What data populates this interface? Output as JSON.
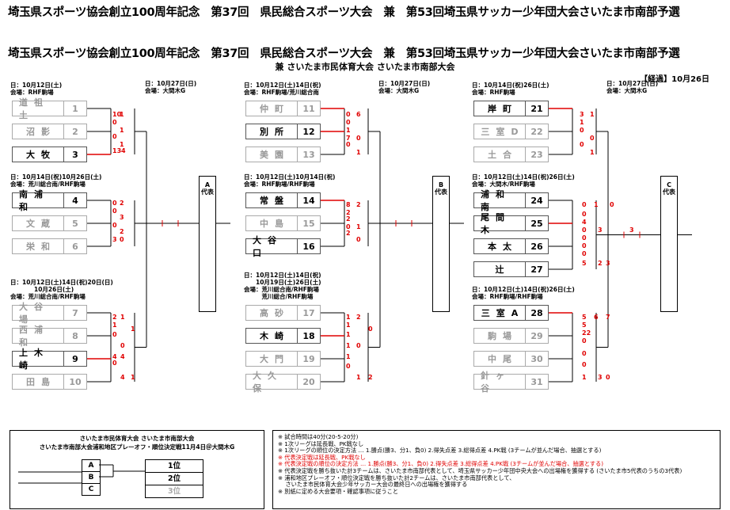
{
  "title_line1": "埼玉県スポーツ協会創立100周年記念　第37回　県民総合スポーツ大会　兼　第53回埼玉県サッカー少年団大会さいたま市南部予選",
  "title_line2": "埼玉県スポーツ協会創立100周年記念　第37回　県民総合スポーツ大会　兼　第53回埼玉県サッカー少年団大会さいたま市南部予選",
  "subtitle": "兼 さいたま市民体育大会 さいたま市南部大会",
  "report_date": "【経過】10月26日",
  "blocks": [
    {
      "box_label": "A\n代表",
      "final_info": [
        "日：10月27日(日)",
        "会場：大間木G"
      ],
      "groups": [
        {
          "info": [
            "日：10月12日(土)",
            "会場：RHF駒場"
          ],
          "teams": [
            {
              "name": "道祖土",
              "no": "1",
              "gray": true
            },
            {
              "name": "沼影",
              "no": "2",
              "gray": true
            },
            {
              "name": "大牧",
              "no": "3",
              "gray": false
            }
          ]
        },
        {
          "info": [
            "日：10月14日(祝)10月26日(土)",
            "会場：荒川総合南/RHF駒場"
          ],
          "teams": [
            {
              "name": "南浦和",
              "no": "4",
              "gray": false
            },
            {
              "name": "文蔵",
              "no": "5",
              "gray": true
            },
            {
              "name": "栄和",
              "no": "6",
              "gray": true
            }
          ]
        },
        {
          "info": [
            "日：10月12日(土)14日(祝)20日(日)",
            "　　　　10月26日(土)",
            "会場：荒川総合南/RHF駒場"
          ],
          "teams": [
            {
              "name": "大谷場",
              "no": "7",
              "gray": true
            },
            {
              "name": "西浦和",
              "no": "8",
              "gray": true
            },
            {
              "name": "上木崎",
              "no": "9",
              "gray": false
            },
            {
              "name": "田島",
              "no": "10",
              "gray": true
            }
          ]
        }
      ]
    },
    {
      "box_label": "B\n代表",
      "final_info": [
        "日：10月27日(日)",
        "会場：大間木G"
      ],
      "groups": [
        {
          "info": [
            "日：10月12日(土)14日(祝)",
            "会場：RHF駒場/荒川総合南"
          ],
          "teams": [
            {
              "name": "仲町",
              "no": "11",
              "gray": true
            },
            {
              "name": "別所",
              "no": "12",
              "gray": false
            },
            {
              "name": "美園",
              "no": "13",
              "gray": true
            }
          ]
        },
        {
          "info": [
            "日：10月12日(土)10月14日(祝)",
            "会場：RHF駒場/RHF駒場"
          ],
          "teams": [
            {
              "name": "常盤",
              "no": "14",
              "gray": false
            },
            {
              "name": "中島",
              "no": "15",
              "gray": true
            },
            {
              "name": "大谷口",
              "no": "16",
              "gray": false
            }
          ]
        },
        {
          "info": [
            "日：10月12日(土)14日(祝)",
            "　　10月19日(土)26日(土)",
            "会場：荒川総合南/RHF駒場",
            "　　　荒川総合/RHF駒場"
          ],
          "teams": [
            {
              "name": "高砂",
              "no": "17",
              "gray": true
            },
            {
              "name": "木崎",
              "no": "18",
              "gray": false
            },
            {
              "name": "大門",
              "no": "19",
              "gray": true
            },
            {
              "name": "大久保",
              "no": "20",
              "gray": true
            }
          ]
        }
      ]
    },
    {
      "box_label": "C\n代表",
      "final_info": [
        "日：10月27日(日)",
        "会場：大間木G"
      ],
      "groups": [
        {
          "info": [
            "日：10月14日(祝)26日(土)",
            "会場：RHF駒場"
          ],
          "teams": [
            {
              "name": "岸町",
              "no": "21",
              "gray": false
            },
            {
              "name": "三室D",
              "no": "22",
              "gray": true
            },
            {
              "name": "土合",
              "no": "23",
              "gray": true
            }
          ]
        },
        {
          "info": [
            "日：10月12日(土)14日(祝)26日(土)",
            "会場：大間木/RHF駒場"
          ],
          "teams": [
            {
              "name": "浦和南",
              "no": "24",
              "gray": false
            },
            {
              "name": "尾間木",
              "no": "25",
              "gray": false
            },
            {
              "name": "本太",
              "no": "26",
              "gray": false
            },
            {
              "name": "辻",
              "no": "27",
              "gray": false
            }
          ]
        },
        {
          "info": [
            "日：10月12日(土)14日(祝)26日(土)",
            "会場：RHF駒場/RHF駒場"
          ],
          "teams": [
            {
              "name": "三室A",
              "no": "28",
              "gray": false
            },
            {
              "name": "駒場",
              "no": "29",
              "gray": true
            },
            {
              "name": "中尾",
              "no": "30",
              "gray": true
            },
            {
              "name": "針ヶ谷",
              "no": "31",
              "gray": true
            }
          ]
        }
      ]
    }
  ],
  "scores": [
    {
      "l": 142,
      "t": 140,
      "v": "10"
    },
    {
      "l": 151,
      "t": 140,
      "v": "1"
    },
    {
      "l": 142,
      "t": 150,
      "v": "0"
    },
    {
      "l": 151,
      "t": 160,
      "v": "1"
    },
    {
      "l": 142,
      "t": 168,
      "v": "0"
    },
    {
      "l": 151,
      "t": 178,
      "v": "1"
    },
    {
      "l": 142,
      "t": 186,
      "v": "13"
    },
    {
      "l": 153,
      "t": 186,
      "v": "4"
    },
    {
      "l": 142,
      "t": 252,
      "v": "0"
    },
    {
      "l": 151,
      "t": 252,
      "v": "2"
    },
    {
      "l": 142,
      "t": 262,
      "v": "0"
    },
    {
      "l": 151,
      "t": 270,
      "v": "3"
    },
    {
      "l": 142,
      "t": 280,
      "v": "0"
    },
    {
      "l": 151,
      "t": 288,
      "v": "2"
    },
    {
      "l": 142,
      "t": 298,
      "v": "3"
    },
    {
      "l": 151,
      "t": 298,
      "v": "0"
    },
    {
      "l": 142,
      "t": 396,
      "v": "2"
    },
    {
      "l": 152,
      "t": 396,
      "v": "1"
    },
    {
      "l": 142,
      "t": 406,
      "v": "1"
    },
    {
      "l": 165,
      "t": 411,
      "v": "1"
    },
    {
      "l": 142,
      "t": 418,
      "v": "0"
    },
    {
      "l": 152,
      "t": 432,
      "v": "0"
    },
    {
      "l": 142,
      "t": 446,
      "v": "4"
    },
    {
      "l": 152,
      "t": 446,
      "v": "4"
    },
    {
      "l": 142,
      "t": 454,
      "v": "0"
    },
    {
      "l": 152,
      "t": 472,
      "v": "4"
    },
    {
      "l": 165,
      "t": 472,
      "v": "1"
    },
    {
      "l": 437,
      "t": 140,
      "v": "0"
    },
    {
      "l": 450,
      "t": 140,
      "v": "6"
    },
    {
      "l": 437,
      "t": 150,
      "v": "0"
    },
    {
      "l": 437,
      "t": 160,
      "v": "1"
    },
    {
      "l": 437,
      "t": 170,
      "v": "7"
    },
    {
      "l": 450,
      "t": 170,
      "v": "0"
    },
    {
      "l": 437,
      "t": 178,
      "v": "0"
    },
    {
      "l": 450,
      "t": 188,
      "v": "1"
    },
    {
      "l": 437,
      "t": 254,
      "v": "8"
    },
    {
      "l": 450,
      "t": 254,
      "v": "2"
    },
    {
      "l": 437,
      "t": 264,
      "v": "2"
    },
    {
      "l": 437,
      "t": 272,
      "v": "2"
    },
    {
      "l": 450,
      "t": 282,
      "v": "1"
    },
    {
      "l": 437,
      "t": 282,
      "v": "0"
    },
    {
      "l": 437,
      "t": 290,
      "v": "2"
    },
    {
      "l": 450,
      "t": 298,
      "v": "0"
    },
    {
      "l": 437,
      "t": 396,
      "v": "1"
    },
    {
      "l": 450,
      "t": 396,
      "v": "2"
    },
    {
      "l": 437,
      "t": 406,
      "v": "1"
    },
    {
      "l": 465,
      "t": 411,
      "v": "0"
    },
    {
      "l": 437,
      "t": 418,
      "v": "1"
    },
    {
      "l": 437,
      "t": 432,
      "v": "1"
    },
    {
      "l": 450,
      "t": 432,
      "v": "0"
    },
    {
      "l": 437,
      "t": 446,
      "v": "1"
    },
    {
      "l": 437,
      "t": 458,
      "v": "0"
    },
    {
      "l": 450,
      "t": 472,
      "v": "1"
    },
    {
      "l": 465,
      "t": 472,
      "v": "2"
    },
    {
      "l": 732,
      "t": 140,
      "v": "3"
    },
    {
      "l": 745,
      "t": 140,
      "v": "1"
    },
    {
      "l": 732,
      "t": 150,
      "v": "1"
    },
    {
      "l": 732,
      "t": 160,
      "v": "0"
    },
    {
      "l": 745,
      "t": 170,
      "v": "0"
    },
    {
      "l": 732,
      "t": 178,
      "v": "0"
    },
    {
      "l": 745,
      "t": 188,
      "v": "1"
    },
    {
      "l": 735,
      "t": 254,
      "v": "0"
    },
    {
      "l": 750,
      "t": 254,
      "v": "1"
    },
    {
      "l": 770,
      "t": 254,
      "v": "0"
    },
    {
      "l": 735,
      "t": 266,
      "v": "0"
    },
    {
      "l": 735,
      "t": 276,
      "v": "4"
    },
    {
      "l": 735,
      "t": 286,
      "v": "0"
    },
    {
      "l": 755,
      "t": 286,
      "v": "3"
    },
    {
      "l": 735,
      "t": 296,
      "v": "0"
    },
    {
      "l": 735,
      "t": 306,
      "v": "0"
    },
    {
      "l": 735,
      "t": 316,
      "v": "0"
    },
    {
      "l": 735,
      "t": 328,
      "v": "5"
    },
    {
      "l": 755,
      "t": 328,
      "v": "2"
    },
    {
      "l": 765,
      "t": 328,
      "v": "3"
    },
    {
      "l": 795,
      "t": 286,
      "v": "3"
    },
    {
      "l": 735,
      "t": 396,
      "v": "5"
    },
    {
      "l": 750,
      "t": 396,
      "v": "6"
    },
    {
      "l": 765,
      "t": 396,
      "v": "7"
    },
    {
      "l": 735,
      "t": 406,
      "v": "5"
    },
    {
      "l": 735,
      "t": 416,
      "v": "22"
    },
    {
      "l": 735,
      "t": 426,
      "v": "0"
    },
    {
      "l": 735,
      "t": 442,
      "v": "0"
    },
    {
      "l": 735,
      "t": 456,
      "v": "0"
    },
    {
      "l": 735,
      "t": 472,
      "v": "1"
    },
    {
      "l": 755,
      "t": 472,
      "v": "3"
    },
    {
      "l": 765,
      "t": 472,
      "v": "0"
    }
  ],
  "legend": {
    "title1": "さいたま市民体育大会 さいたま市南部大会",
    "title2": "さいたま市南部大会浦和地区プレーオフ・順位決定戦11月4日＠大間木G",
    "letters": [
      "A",
      "B",
      "C"
    ],
    "ranks": [
      "1位",
      "2位",
      "3位"
    ]
  },
  "notes": [
    {
      "t": "※ 試合時間は40分(20-5-20分)",
      "red": false
    },
    {
      "t": "※ 1次リーグは延長戦、PK戦なし",
      "red": false
    },
    {
      "t": "※ 1次リーグの順位の決定方法 … 1.勝点(勝3、分1、負0) 2.得失点差 3.総得点差 4.PK戦 (3チームが並んだ場合、抽選とする)",
      "red": false
    },
    {
      "t": "※ 代表決定戦は延長戦、PK戦なし",
      "red": true
    },
    {
      "t": "※ 代表決定戦の順位の決定方法 … 1.勝点(勝3、分1、負0) 2.得失点差 3.総得点差 4.PK戦 (3チームが並んだ場合、抽選とする)",
      "red": true
    },
    {
      "t": "※ 代表決定戦を勝ち抜いた計3チームは、さいたま市南部代表として、埼玉県サッカー少年団中央大会への出場権を獲得する (さいたま市5代表のうちの3代表)",
      "red": false
    },
    {
      "t": "※ 浦和地区プレーオフ・順位決定戦を勝ち抜いた計2チームは、さいたま市南部代表として、",
      "red": false
    },
    {
      "t": "　 さいたま市民体育大会少年サッカー大会の最終日への出場権を獲得する",
      "red": false
    },
    {
      "t": "※ 別紙に定める大会要項・確認事項に従うこと",
      "red": false
    }
  ]
}
